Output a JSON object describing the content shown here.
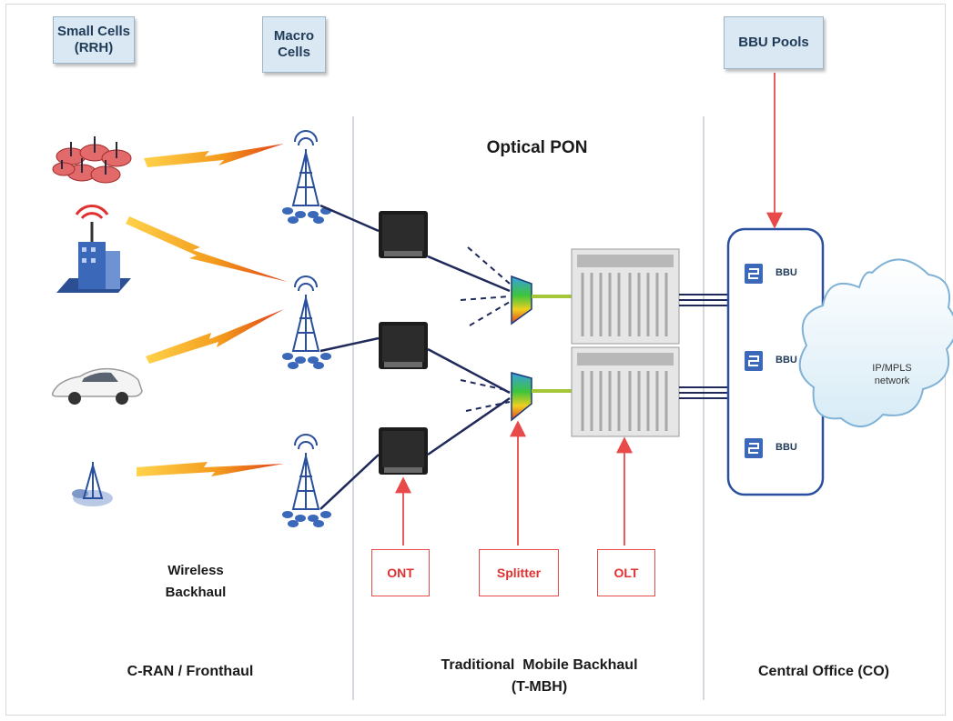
{
  "headers": {
    "small_cells": "Small Cells\n(RRH)",
    "macro_cells": "Macro\nCells",
    "bbu_pools": "BBU Pools"
  },
  "section_titles": {
    "optical_pon": "Optical PON",
    "wireless_backhaul": "Wireless\nBackhaul",
    "cran": "C-RAN / Fronthaul",
    "tmbh": "Traditional  Mobile Backhaul\n(T-MBH)",
    "central_office": "Central Office (CO)"
  },
  "components": {
    "ont": "ONT",
    "splitter": "Splitter",
    "olt": "OLT"
  },
  "bbu_units": [
    "BBU",
    "BBU",
    "BBU"
  ],
  "cloud_label": "IP/MPLS\nnetwork",
  "colors": {
    "header_fill": "#d9e8f3",
    "accent_red": "#e84a4a",
    "tower_blue": "#2a4f9e",
    "lightning": "#f39a1c"
  }
}
